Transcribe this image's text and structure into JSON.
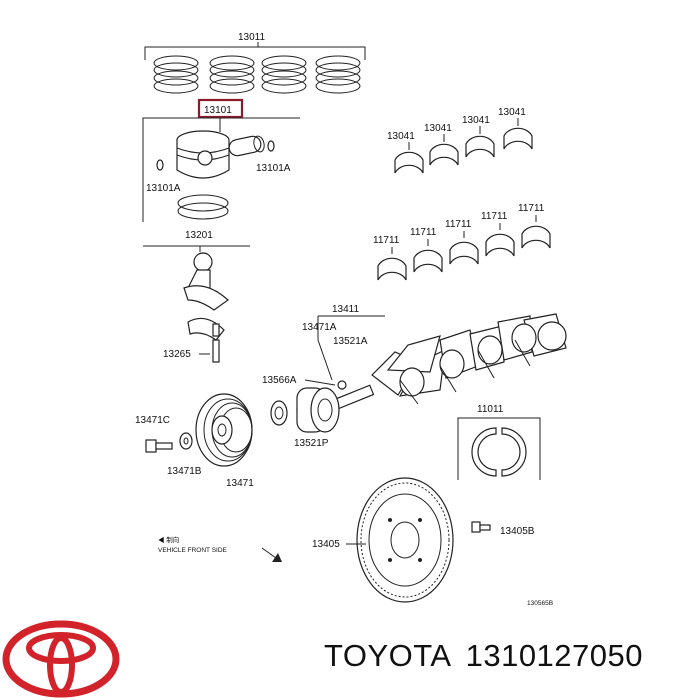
{
  "diagram": {
    "labels": {
      "ring_set": "13011",
      "piston": "13101",
      "pin_a": "13101A",
      "pin_b": "13101A",
      "rod": "13201",
      "rod_bolt": "13265",
      "crank_hdr": "13411",
      "key": "13471A",
      "gear_key": "13521A",
      "crank_gear": "13566A",
      "pulley_bolt": "13471C",
      "washer": "13471B",
      "pulley": "13471",
      "gear": "13521P",
      "thrust": "11011",
      "flywheel": "13405",
      "fw_bolt": "13405B",
      "brg_top_1": "13041",
      "brg_top_2": "13041",
      "brg_top_3": "13041",
      "brg_top_4": "13041",
      "brg_main_1": "11711",
      "brg_main_2": "11711",
      "brg_main_3": "11711",
      "brg_main_4": "11711",
      "brg_main_5": "11711",
      "front_note_1": "◀ 制向",
      "front_note_2": "VEHICLE FRONT SIDE",
      "drawing_code": "130565B"
    },
    "highlight_color": "#8b1a2b"
  },
  "footer": {
    "brand": "TOYOTA",
    "part_number": "1310127050",
    "logo_color": "#d2232a"
  }
}
